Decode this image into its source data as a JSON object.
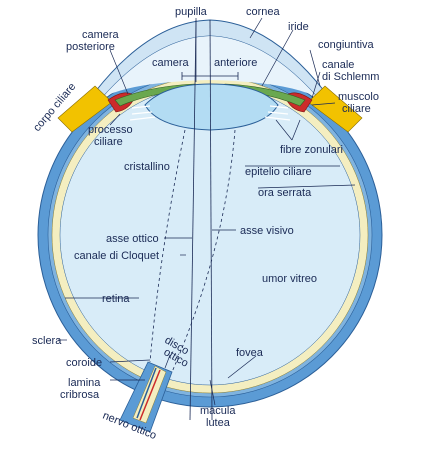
{
  "labels": {
    "pupilla": "pupilla",
    "cornea": "cornea",
    "iride": "iride",
    "camera_posteriore_1": "camera",
    "camera_posteriore_2": "posteriore",
    "congiuntiva": "congiuntiva",
    "camera": "camera",
    "anteriore": "anteriore",
    "canale_schlemm_1": "canale",
    "canale_schlemm_2": "di Schlemm",
    "corpo_ciliare": "corpo ciliare",
    "muscolo_ciliare_1": "muscolo",
    "muscolo_ciliare_2": "ciliare",
    "processo_ciliare_1": "processo",
    "processo_ciliare_2": "ciliare",
    "fibre_zonulari": "fibre zonulari",
    "cristallino": "cristallino",
    "epitelio_ciliare": "epitelio ciliare",
    "ora_serrata": "ora serrata",
    "asse_ottico": "asse ottico",
    "asse_visivo": "asse visivo",
    "canale_cloquet": "canale di Cloquet",
    "umor_vitreo": "umor vitreo",
    "retina": "retina",
    "sclera": "sclera",
    "coroide": "coroide",
    "disco_ottico_1": "disco",
    "disco_ottico_2": "ottico",
    "fovea": "fovea",
    "lamina_cribrosa_1": "lamina",
    "lamina_cribrosa_2": "cribrosa",
    "macula_lutea_1": "macula",
    "macula_lutea_2": "lutea",
    "nervo_ottico": "nervo ottico"
  },
  "colors": {
    "sclera": "#5b9bd5",
    "sclera_outline": "#2b5f98",
    "retina": "#f4eec0",
    "vitreous": "#d8ecf8",
    "cornea": "#cfe4f4",
    "aqueous": "#e8f3fb",
    "lens": "#b3dcf3",
    "iris": "#6aa84f",
    "ciliary_muscle": "#cc2b2b",
    "ciliary_yellow": "#f2c200",
    "text": "#1a2a55"
  }
}
